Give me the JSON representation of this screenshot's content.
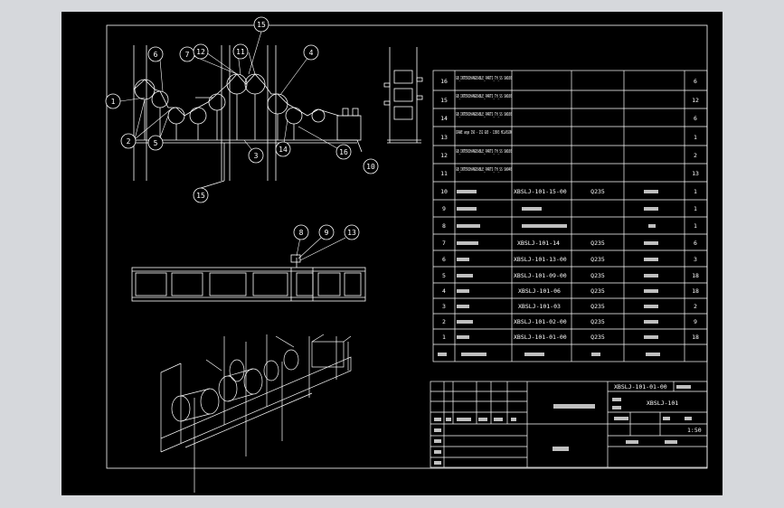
{
  "colors": {
    "background": "#d6d8dc",
    "sheet": "#000000",
    "lines": "#ffffff"
  },
  "callouts": {
    "front_view": [
      "1",
      "2",
      "3",
      "4",
      "5",
      "6",
      "7",
      "12",
      "11",
      "15",
      "14",
      "16",
      "10",
      "15"
    ],
    "side_view": [
      "8",
      "9",
      "13"
    ]
  },
  "bom": {
    "rows": [
      {
        "no": "16",
        "code": "GB_INTERCHANGEABLE_PARTS_TH_SS SW100",
        "qty": "6"
      },
      {
        "no": "15",
        "code": "GB_INTERCHANGEABLE_PARTS_TH_SS SW100",
        "qty": "12"
      },
      {
        "no": "14",
        "code": "GB_INTERCHANGEABLE_PARTS_TH_SS SW100",
        "qty": "6"
      },
      {
        "no": "13",
        "code": "CRANE ange ISO - 252 G85 - 130X3 HCLASSON",
        "qty": "1"
      },
      {
        "no": "12",
        "code": "GB_INTERCHANGEABLE_PARTS_TH_SS SW100",
        "qty": "2"
      },
      {
        "no": "11",
        "code": "GB_INTERCHANGEABLE_PARTS_TH_SS SW940",
        "qty": "13"
      },
      {
        "no": "10",
        "code": "XBSLJ-101-15-00",
        "material": "Q235",
        "qty": "1"
      },
      {
        "no": "9",
        "code": "",
        "qty": "1"
      },
      {
        "no": "8",
        "code": "",
        "qty": "1"
      },
      {
        "no": "7",
        "code": "XBSLJ-101-14",
        "material": "Q235",
        "qty": "6"
      },
      {
        "no": "6",
        "code": "XBSLJ-101-13-00",
        "material": "Q235",
        "qty": "3"
      },
      {
        "no": "5",
        "code": "XBSLJ-101-09-00",
        "material": "Q235",
        "qty": "18"
      },
      {
        "no": "4",
        "code": "XBSLJ-101-06",
        "material": "Q235",
        "qty": "18"
      },
      {
        "no": "3",
        "code": "XBSLJ-101-03",
        "material": "Q235",
        "qty": "2"
      },
      {
        "no": "2",
        "code": "XBSLJ-101-02-00",
        "material": "Q235",
        "qty": "9"
      },
      {
        "no": "1",
        "code": "XBSLJ-101-01-00",
        "material": "Q235",
        "qty": "18"
      }
    ]
  },
  "title_block": {
    "drawing_no": "XBSLJ-101-01-00",
    "assembly_no": "XBSLJ-101",
    "scale": "1:50"
  }
}
